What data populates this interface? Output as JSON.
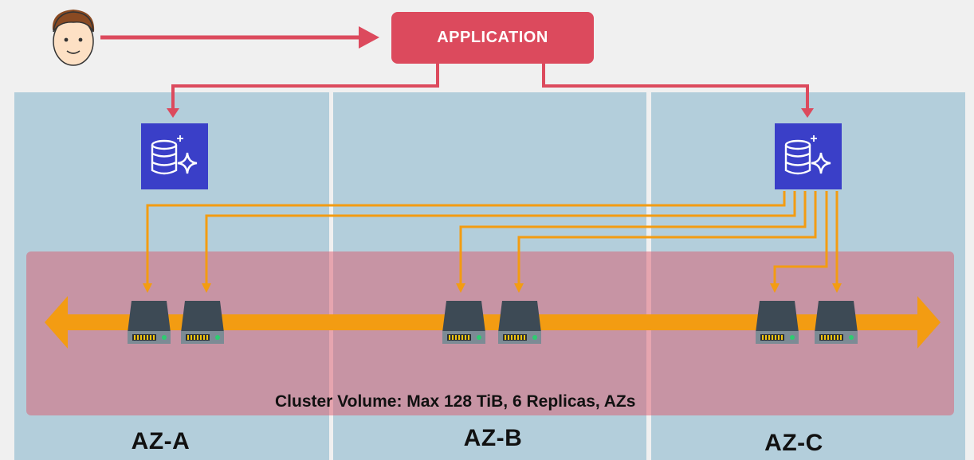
{
  "application": {
    "label": "APPLICATION"
  },
  "zones": [
    {
      "label": "AZ-A"
    },
    {
      "label": "AZ-B"
    },
    {
      "label": "AZ-C"
    }
  ],
  "cluster": {
    "label": "Cluster Volume: Max 128 TiB, 6 Replicas, AZs"
  },
  "colors": {
    "application": "#dc4a5d",
    "zone_background": "#b3cedb",
    "cluster_band": "#c98b9b",
    "replication_arrow": "#f39c12",
    "client_arrow": "#dc4a5d",
    "db_icon_background": "#3a3fc8",
    "storage_node": "#3d4a55"
  },
  "icons": {
    "user": "user-avatar-icon",
    "database": "aurora-database-icon",
    "storage": "storage-node-icon"
  }
}
